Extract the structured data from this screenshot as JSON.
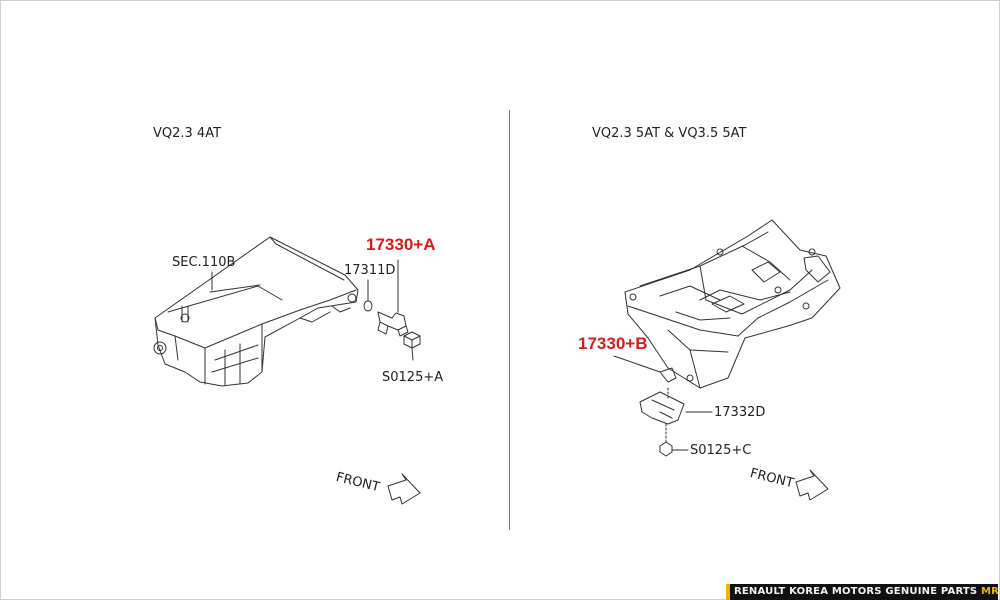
{
  "left_panel": {
    "title": "VQ2.3 4AT",
    "labels": {
      "sec": "SEC.110B",
      "part_red": "17330+A",
      "washer": "17311D",
      "bolt": "S0125+A",
      "front": "FRONT"
    }
  },
  "right_panel": {
    "title": "VQ2.3 5AT & VQ3.5 5AT",
    "labels": {
      "part_red": "17330+B",
      "bracket": "17332D",
      "bolt": "S0125+C",
      "front": "FRONT"
    }
  },
  "banner": {
    "main": "RENAULT KOREA MOTORS GENUINE PARTS ",
    "zone": "MRSZONE"
  },
  "colors": {
    "highlight": "#e01818",
    "banner_bg": "#111111",
    "banner_accent": "#f0b400"
  }
}
